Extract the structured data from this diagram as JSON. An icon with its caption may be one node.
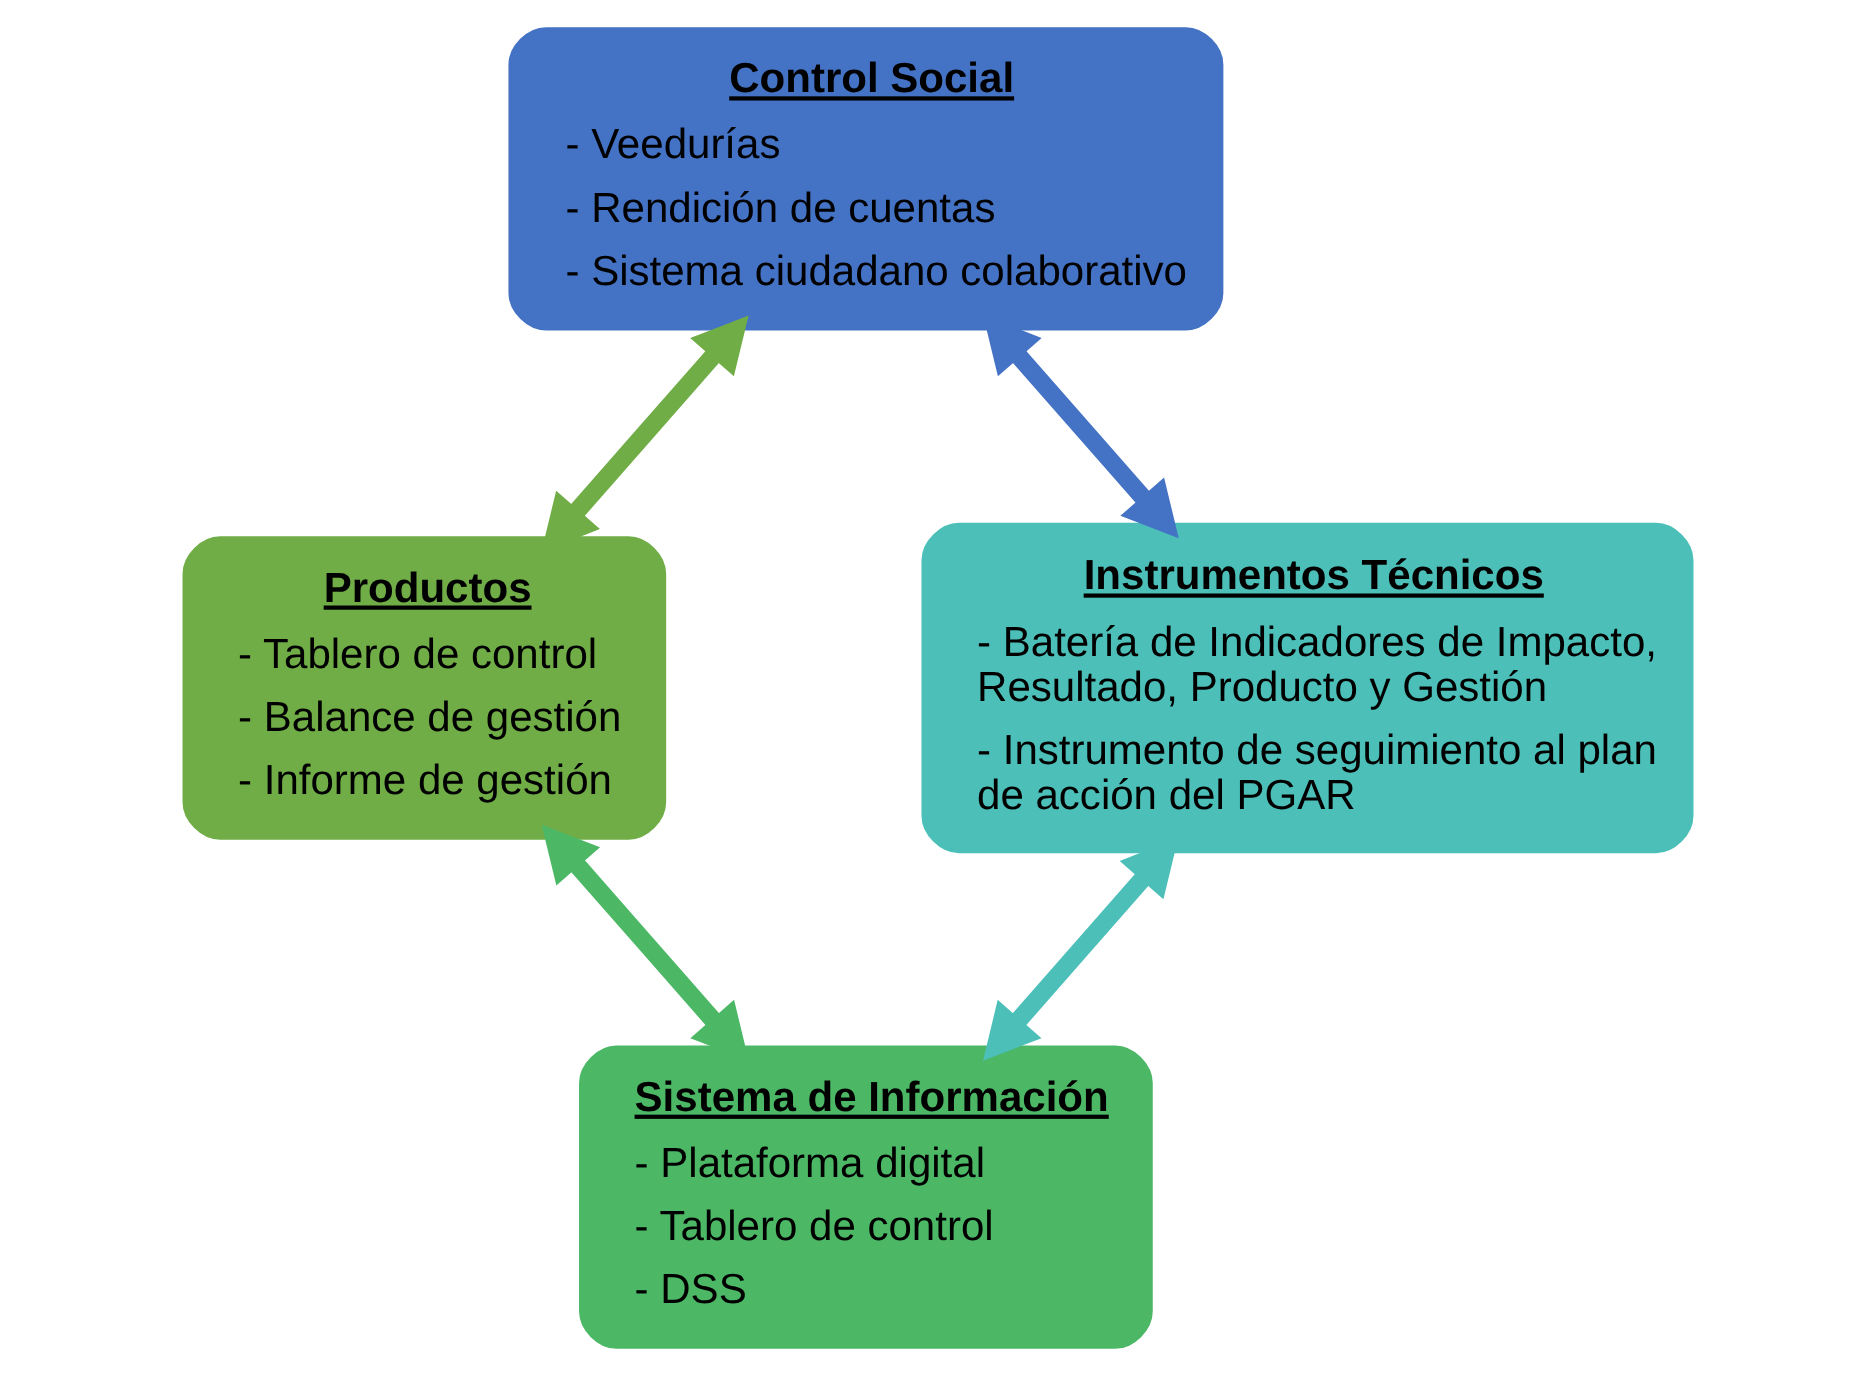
{
  "diagram": {
    "nodes": [
      {
        "text": [
          "Control Social",
          "- Veedurías",
          "- Rendición de cuentas",
          "- Sistema ciudadano colaborativo"
        ]
      },
      {
        "text": [
          "Productos",
          "- Tablero de control",
          "- Balance de gestión",
          "- Informe de gestión"
        ]
      },
      {
        "text": [
          "Instrumentos Técnicos",
          "- Batería de Indicadores de Impacto, Resultado, Producto y Gestión",
          "- Instrumento de seguimiento al plan de acción del PGAR"
        ]
      },
      {
        "text": [
          "Sistema de Información",
          "- Plataforma digital",
          "- Tablero de control",
          "- DSS"
        ]
      }
    ],
    "edges": [
      {
        "from": 0,
        "to": 1,
        "arrow": "both",
        "color": "#70ad47"
      },
      {
        "from": 0,
        "to": 2,
        "arrow": "both",
        "color": "#4472c4"
      },
      {
        "from": 1,
        "to": 3,
        "arrow": "both",
        "color": "#4cb866"
      },
      {
        "from": 2,
        "to": 3,
        "arrow": "both",
        "color": "#4bbfb8"
      }
    ]
  }
}
